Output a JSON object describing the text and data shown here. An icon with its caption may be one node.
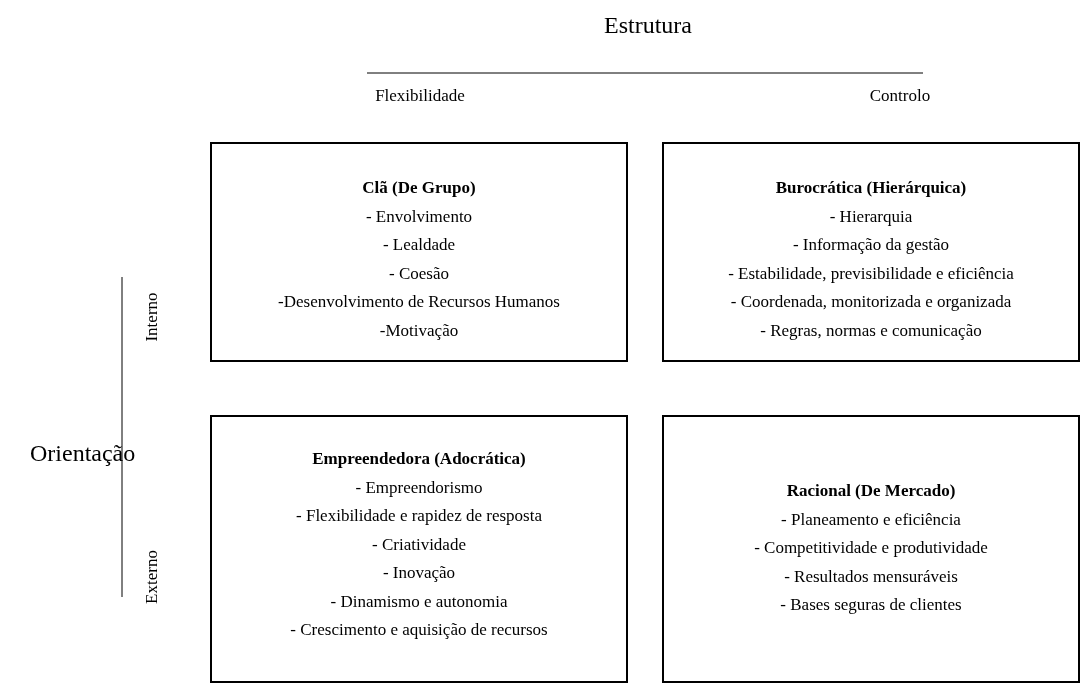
{
  "diagram": {
    "nodes": [
      {
        "text": [
          "Clã (De Grupo)",
          "- Envolvimento",
          "- Lealdade",
          "- Coesão",
          "-Desenvolvimento de Recursos Humanos",
          "-Motivação"
        ]
      },
      {
        "text": [
          "Burocrática (Hierárquica)",
          "- Hierarquia",
          "- Informação da gestão",
          "- Estabilidade, previsibilidade e eficiência",
          "- Coordenada, monitorizada e organizada",
          "- Regras, normas e comunicação"
        ]
      },
      {
        "text": [
          "Empreendedora (Adocrática)",
          "- Empreendorismo",
          "- Flexibilidade e rapidez de resposta",
          "- Criatividade",
          "- Inovação",
          "- Dinamismo e autonomia",
          "- Crescimento e aquisição de recursos"
        ]
      },
      {
        "text": [
          "Racional (De Mercado)",
          "- Planeamento e eficiência",
          "- Competitividade e produtividade",
          "- Resultados mensuráveis",
          "- Bases seguras de clientes"
        ]
      }
    ],
    "edges": [],
    "labels": [
      "Estrutura",
      "Flexibilidade",
      "Controlo",
      "Interno",
      "Orientação",
      "Externo"
    ]
  }
}
